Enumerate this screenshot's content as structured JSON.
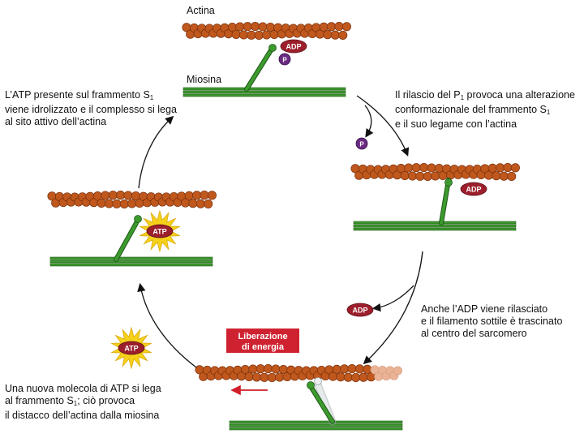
{
  "labels": {
    "actin": "Actina",
    "myosin": "Miosina"
  },
  "molecules": {
    "adp": "ADP",
    "atp": "ATP",
    "phosphate": "P"
  },
  "energy_box": {
    "line1": "Liberazione",
    "line2": "di energia"
  },
  "captions": {
    "step_top_left": {
      "l1a": "L’ATP presente sul frammento S",
      "l1sub": "1",
      "l2": "viene idrolizzato e il complesso si lega",
      "l3": "al sito attivo dell’actina"
    },
    "step_top_right": {
      "l1a": "Il rilascio del P",
      "l1sub": "1",
      "l1b": " provoca una alterazione",
      "l2a": "conformazionale del frammento S",
      "l2sub": "1",
      "l3": "e il suo legame con l’actina"
    },
    "step_bottom_right": {
      "l1": "Anche l’ADP viene rilasciato",
      "l2": "e il filamento sottile è trascinato",
      "l3": "al centro del sarcomero"
    },
    "step_bottom_left": {
      "l1": "Una nuova molecola di ATP si lega",
      "l2a": "al frammento S",
      "l2sub": "1",
      "l2b": "; ciò provoca",
      "l3": "il distacco dell’actina dalla miosina"
    }
  },
  "colors": {
    "actin": "#c0581d",
    "actin_faded": "#ebb396",
    "myosin": "#3d9a2e",
    "adp_oval": "#9c1f2c",
    "phosphate": "#6a2a82",
    "atp_burst": "#f6d11a",
    "energy_box": "#cf2230",
    "arrow_red": "#d11f2a"
  }
}
